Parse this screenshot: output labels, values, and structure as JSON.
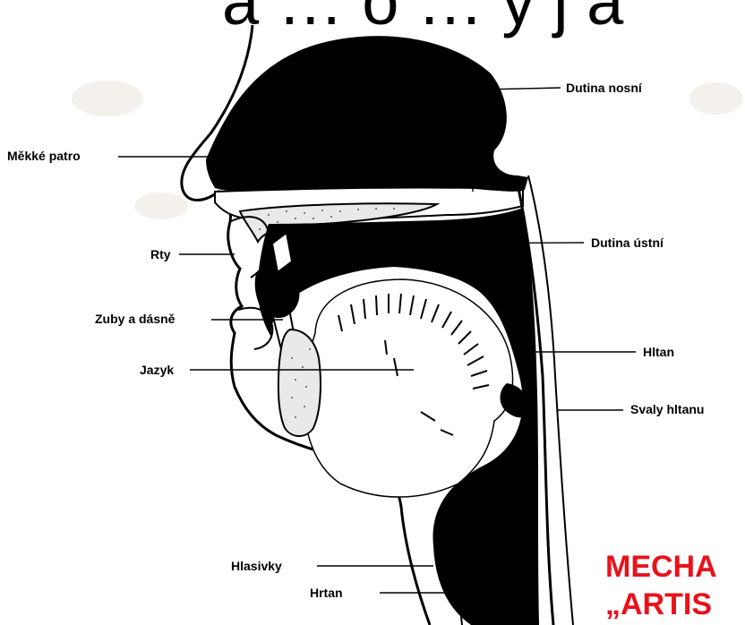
{
  "slide": {
    "title_fragment": "a … o … y j a",
    "red_caption_line1": "MECHA",
    "red_caption_line2": "„ARTIS"
  },
  "diagram": {
    "labels": {
      "dutina_nosni": "Dutina nosní",
      "mekke_patro": "Měkké patro",
      "dutina_ustni": "Dutina ústní",
      "rty": "Rty",
      "zuby_a_dasne": "Zuby a dásně",
      "hltan": "Hltan",
      "jazyk": "Jazyk",
      "svaly_hltanu": "Svaly hltanu",
      "hlasivky": "Hlasivky",
      "hrtan": "Hrtan"
    }
  },
  "colors": {
    "ink": "#000000",
    "accent_red": "#e8121b",
    "background": "#ffffff"
  }
}
